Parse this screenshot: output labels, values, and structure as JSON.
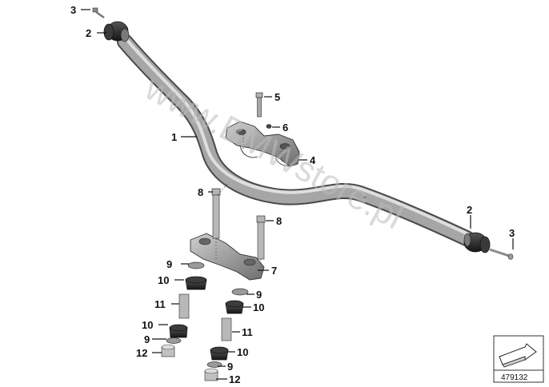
{
  "watermark": "www.BMWstore.pl",
  "reference_number": "479132",
  "callouts": [
    "1",
    "2",
    "3",
    "4",
    "5",
    "6",
    "7",
    "8",
    "9",
    "10",
    "11",
    "12"
  ],
  "colors": {
    "metal": "#9c9c9c",
    "metal_dark": "#5a5a5a",
    "rubber": "#2b2b2b",
    "lines": "#111111"
  },
  "icons": [
    "pictogram-arrow-icon"
  ]
}
